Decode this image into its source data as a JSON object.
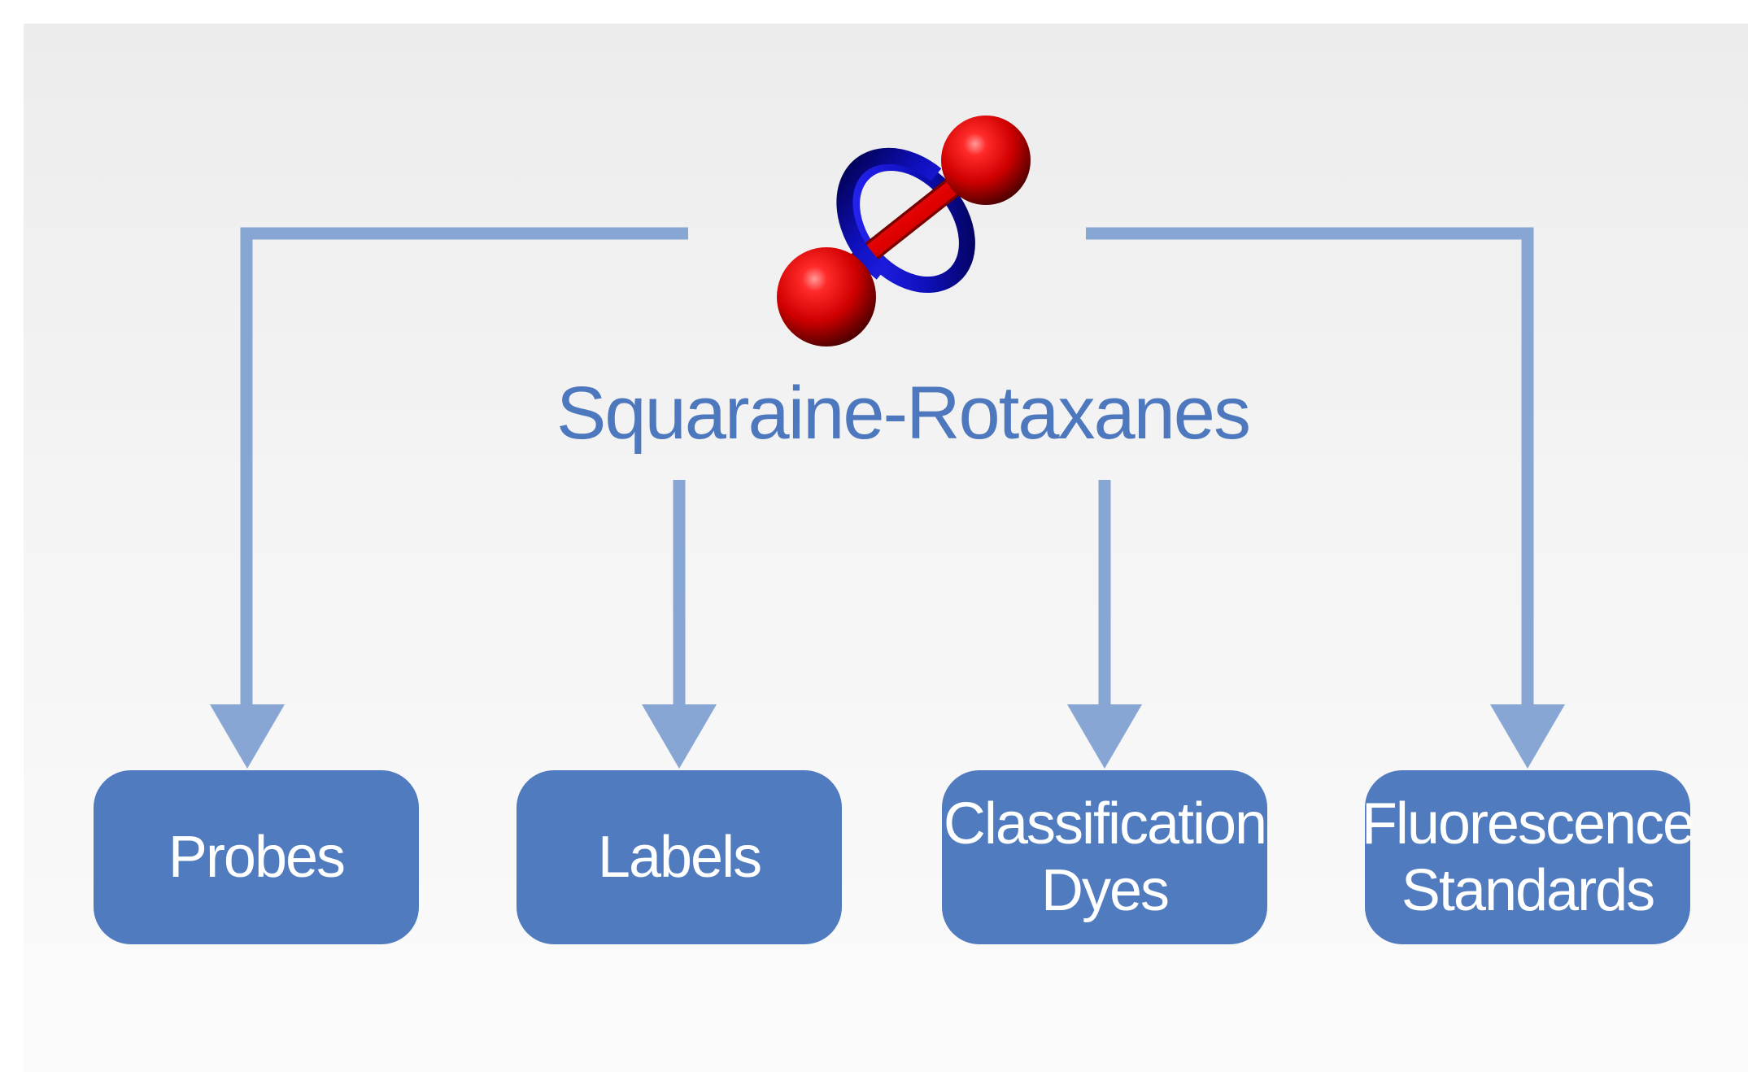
{
  "title": "Squaraine-Rotaxanes",
  "colors": {
    "connector": "#88a6d4",
    "box_fill": "#517bbf",
    "box_text": "#ffffff",
    "title_text": "#4e78bd",
    "molecule_ball": "#e00000",
    "molecule_ring": "#1010c8"
  },
  "molecule_icon": "rotaxane-molecule-icon",
  "nodes": [
    {
      "id": "probes",
      "lines": [
        "Probes"
      ]
    },
    {
      "id": "labels",
      "lines": [
        "Labels"
      ]
    },
    {
      "id": "classification-dyes",
      "lines": [
        "Classification",
        "Dyes"
      ]
    },
    {
      "id": "fluorescence-standards",
      "lines": [
        "Fluorescence",
        "Standards"
      ]
    }
  ]
}
